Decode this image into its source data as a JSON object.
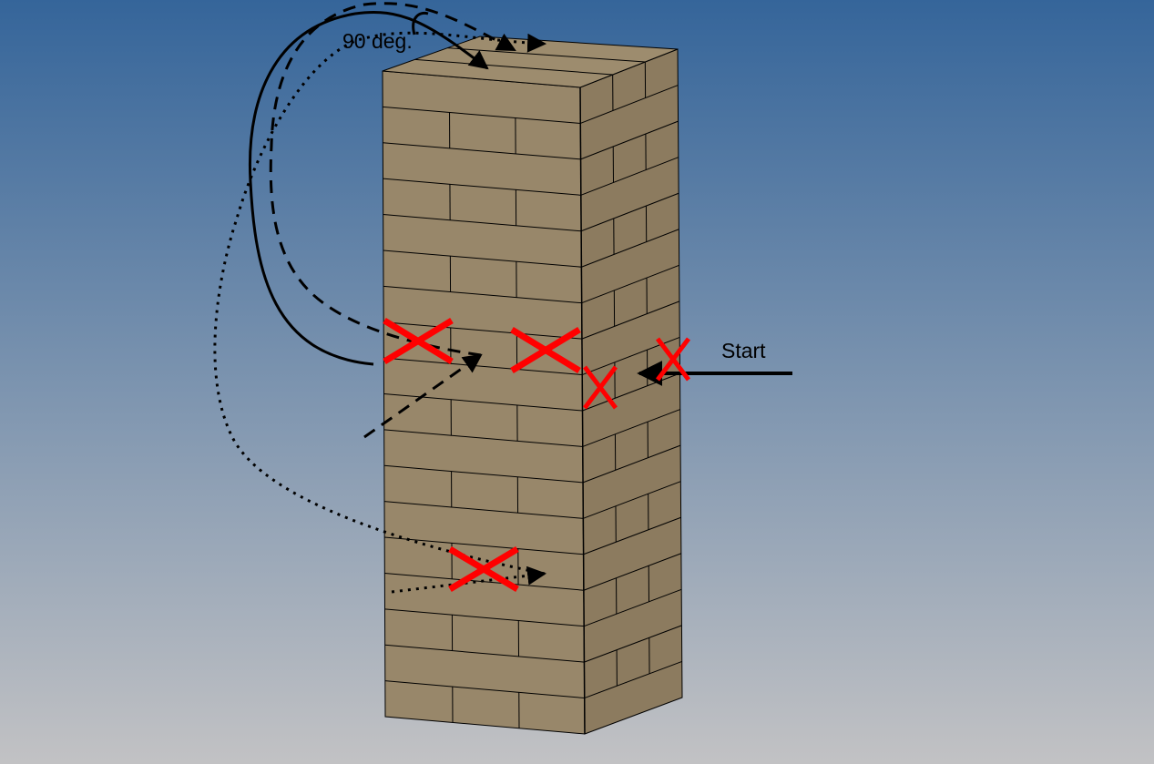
{
  "diagram": {
    "labels": {
      "start": "Start",
      "rotation": "90 deg."
    },
    "tower": {
      "levels": 18,
      "bricks_per_level": 3
    },
    "colors": {
      "sky_top": "#35659a",
      "sky_bottom": "#c2c2c4",
      "brick_face": "#98876a",
      "brick_top": "#9d8c6e",
      "brick_side": "#8c7b5f",
      "outline": "#000000",
      "mark": "#ff0000"
    },
    "icons": {
      "start_mark": "red-x-icon",
      "removed_mark": "red-x-icon"
    }
  }
}
